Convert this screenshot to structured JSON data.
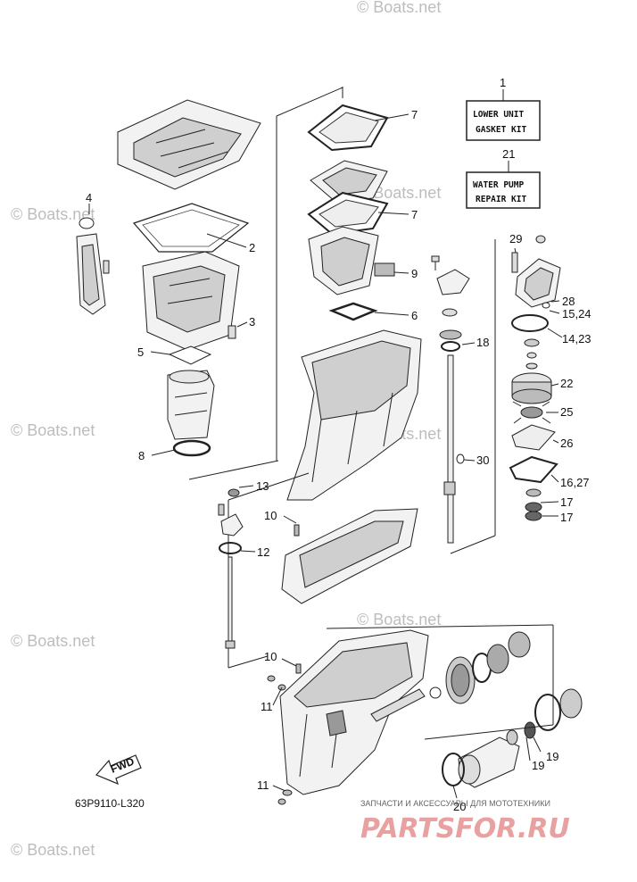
{
  "watermark": "© Boats.net",
  "kit_boxes": [
    {
      "number": "1",
      "line1": "LOWER UNIT",
      "line2": "GASKET KIT"
    },
    {
      "number": "21",
      "line1": "WATER PUMP",
      "line2": "REPAIR KIT"
    }
  ],
  "callouts": [
    "1",
    "2",
    "3",
    "4",
    "5",
    "6",
    "7",
    "7",
    "8",
    "9",
    "10",
    "10",
    "11",
    "11",
    "12",
    "13",
    "14,23",
    "15,24",
    "16,27",
    "17",
    "17",
    "18",
    "19",
    "19",
    "20",
    "21",
    "22",
    "25",
    "26",
    "28",
    "29",
    "30"
  ],
  "labels": {
    "c2": "2",
    "c3": "3",
    "c4": "4",
    "c5": "5",
    "c6": "6",
    "c7a": "7",
    "c7b": "7",
    "c8": "8",
    "c9": "9",
    "c10a": "10",
    "c10b": "10",
    "c11a": "11",
    "c11b": "11",
    "c12": "12",
    "c13": "13",
    "c1423": "14,23",
    "c1524": "15,24",
    "c1627": "16,27",
    "c17a": "17",
    "c17b": "17",
    "c18": "18",
    "c19a": "19",
    "c19b": "19",
    "c20": "20",
    "c22": "22",
    "c25": "25",
    "c26": "26",
    "c28": "28",
    "c29": "29",
    "c30": "30"
  },
  "fwd_label": "FWD",
  "diagram_code": "63P9110-L320",
  "brand_tagline": "ЗАПЧАСТИ И АКСЕССУАРЫ ДЛЯ МОТОТЕХНИКИ",
  "brand_name": "PARTSFOR.RU"
}
